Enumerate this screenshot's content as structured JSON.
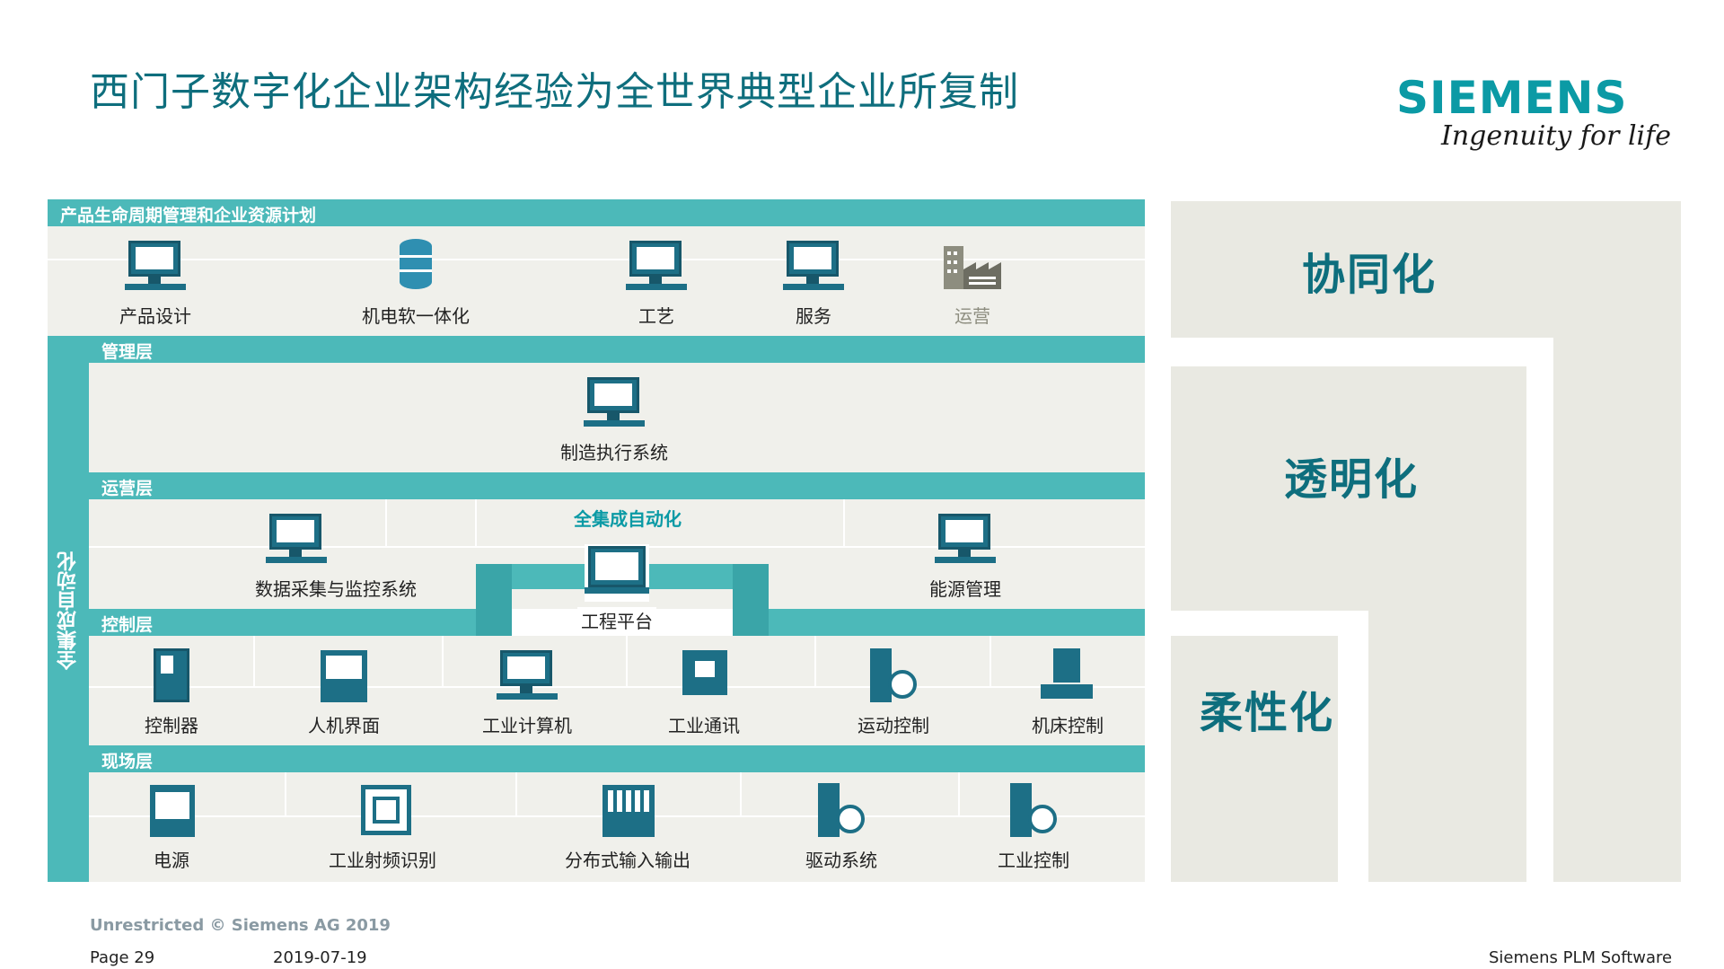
{
  "title": "西门子数字化企业架构经验为全世界典型企业所复制",
  "logo": {
    "brand": "SIEMENS",
    "tagline": "Ingenuity for life"
  },
  "colors": {
    "teal": "#4cb9b9",
    "title": "#0e6e7d",
    "icon": "#1d6f86",
    "panel": "#e9e9e2"
  },
  "plm": {
    "header": "产品生命周期管理和企业资源计划",
    "items": [
      {
        "label": "产品设计",
        "icon": "monitor-3d-icon"
      },
      {
        "label": "机电软一体化",
        "icon": "database-icon"
      },
      {
        "label": "工艺",
        "icon": "monitor-process-icon"
      },
      {
        "label": "服务",
        "icon": "monitor-service-icon"
      },
      {
        "label": "运营",
        "icon": "factory-icon"
      }
    ]
  },
  "vertical_label": "全集成自动化",
  "management": {
    "header": "管理层",
    "item": {
      "label": "制造执行系统",
      "icon": "monitor-chart-icon"
    }
  },
  "operations": {
    "header": "运营层",
    "center_title": "全集成自动化",
    "items": [
      {
        "label": "数据采集与监控系统",
        "icon": "monitor-scada-icon"
      },
      {
        "label": "工程平台",
        "icon": "laptop-icon"
      },
      {
        "label": "能源管理",
        "icon": "monitor-energy-icon"
      }
    ]
  },
  "control": {
    "header": "控制层",
    "items": [
      {
        "label": "控制器",
        "icon": "controller-icon"
      },
      {
        "label": "人机界面",
        "icon": "hmi-icon"
      },
      {
        "label": "工业计算机",
        "icon": "industrial-pc-icon"
      },
      {
        "label": "工业通讯",
        "icon": "network-icon"
      },
      {
        "label": "运动控制",
        "icon": "motion-control-icon"
      },
      {
        "label": "机床控制",
        "icon": "machine-tool-icon"
      }
    ]
  },
  "field": {
    "header": "现场层",
    "items": [
      {
        "label": "电源",
        "icon": "power-supply-icon"
      },
      {
        "label": "工业射频识别",
        "icon": "rfid-icon"
      },
      {
        "label": "分布式输入输出",
        "icon": "distributed-io-icon"
      },
      {
        "label": "驱动系统",
        "icon": "drive-icon"
      },
      {
        "label": "工业控制",
        "icon": "industrial-control-icon"
      }
    ]
  },
  "pillars": {
    "collaborative": "协同化",
    "transparent": "透明化",
    "flexible": "柔性化"
  },
  "footer": {
    "classification": "Unrestricted © Siemens AG 2019",
    "page": "Page 29",
    "date": "2019-07-19",
    "company": "Siemens PLM Software"
  }
}
